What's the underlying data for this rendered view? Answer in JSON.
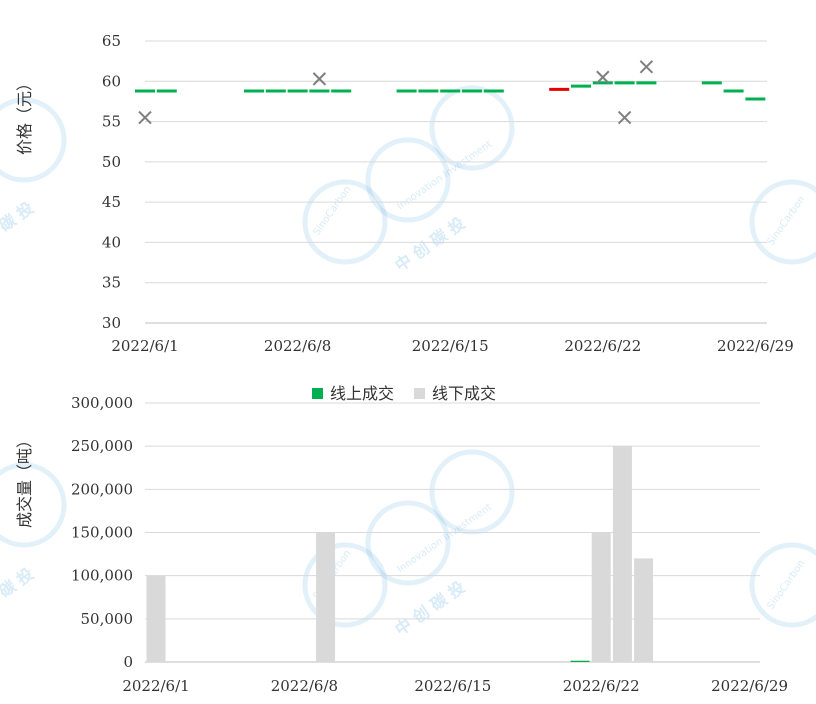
{
  "watermark": {
    "brand_en": "SinoCarbon",
    "tagline": "Innovation Investment",
    "brand_cn": "中 创 碳 投",
    "brand_cn_short": "碳 投"
  },
  "chart_data": [
    {
      "type": "scatter",
      "ylabel": "价格（元）",
      "ylim": [
        30,
        65
      ],
      "yticks": [
        30,
        35,
        40,
        45,
        50,
        55,
        60,
        65
      ],
      "x_tick_labels": [
        "2022/6/1",
        "2022/6/8",
        "2022/6/15",
        "2022/6/22",
        "2022/6/29"
      ],
      "grid": true,
      "series": [
        {
          "name": "",
          "marker": "dash",
          "color": "#00b050",
          "points": [
            {
              "x": "2022/6/1",
              "y": 58.8
            },
            {
              "x": "2022/6/2",
              "y": 58.8
            },
            {
              "x": "2022/6/6",
              "y": 58.8
            },
            {
              "x": "2022/6/7",
              "y": 58.8
            },
            {
              "x": "2022/6/8",
              "y": 58.8
            },
            {
              "x": "2022/6/9",
              "y": 58.8
            },
            {
              "x": "2022/6/10",
              "y": 58.8
            },
            {
              "x": "2022/6/13",
              "y": 58.8
            },
            {
              "x": "2022/6/14",
              "y": 58.8
            },
            {
              "x": "2022/6/15",
              "y": 58.8
            },
            {
              "x": "2022/6/16",
              "y": 58.8
            },
            {
              "x": "2022/6/17",
              "y": 58.8
            },
            {
              "x": "2022/6/21",
              "y": 59.4
            },
            {
              "x": "2022/6/22",
              "y": 59.8
            },
            {
              "x": "2022/6/23",
              "y": 59.8
            },
            {
              "x": "2022/6/24",
              "y": 59.8
            },
            {
              "x": "2022/6/27",
              "y": 59.8
            },
            {
              "x": "2022/6/28",
              "y": 58.8
            },
            {
              "x": "2022/6/29",
              "y": 57.8
            }
          ]
        },
        {
          "name": "",
          "marker": "dash",
          "color": "#e60000",
          "points": [
            {
              "x": "2022/6/20",
              "y": 59.0
            }
          ]
        },
        {
          "name": "",
          "marker": "x",
          "color": "#7f7f7f",
          "points": [
            {
              "x": "2022/6/1",
              "y": 55.5
            },
            {
              "x": "2022/6/9",
              "y": 60.3
            },
            {
              "x": "2022/6/22",
              "y": 60.5
            },
            {
              "x": "2022/6/23",
              "y": 55.5
            },
            {
              "x": "2022/6/24",
              "y": 61.8
            }
          ]
        }
      ]
    },
    {
      "type": "bar",
      "ylabel": "成交量（吨）",
      "ylim": [
        0,
        300000
      ],
      "yticks": [
        "0",
        "50,000",
        "100,000",
        "150,000",
        "200,000",
        "250,000",
        "300,000"
      ],
      "x_tick_labels": [
        "2022/6/1",
        "2022/6/8",
        "2022/6/15",
        "2022/6/22",
        "2022/6/29"
      ],
      "grid": true,
      "legend_position": "top-center",
      "series": [
        {
          "name": "线上成交",
          "color": "#00b050",
          "points": [
            {
              "x": "2022/6/21",
              "y": 1500
            }
          ]
        },
        {
          "name": "线下成交",
          "color": "#d9d9d9",
          "points": [
            {
              "x": "2022/6/1",
              "y": 100000
            },
            {
              "x": "2022/6/9",
              "y": 150000
            },
            {
              "x": "2022/6/22",
              "y": 150000
            },
            {
              "x": "2022/6/23",
              "y": 250000
            },
            {
              "x": "2022/6/24",
              "y": 120000
            }
          ]
        }
      ]
    }
  ]
}
